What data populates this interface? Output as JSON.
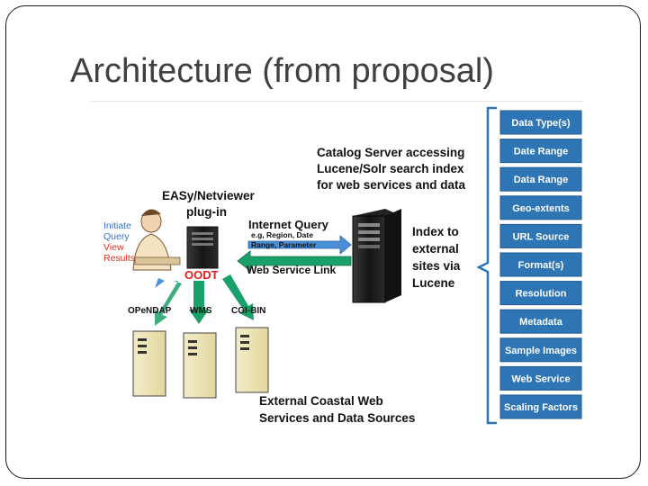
{
  "slide": {
    "title": "Architecture (from proposal)"
  },
  "diagram": {
    "plugin_label": [
      "EASy/Netviewer",
      "plug-in"
    ],
    "user_actions": [
      "Initiate",
      "Query",
      "View",
      "Results"
    ],
    "oodt_label": "OODT",
    "catalog_label": [
      "Catalog Server accessing",
      "Lucene/Solr search index",
      "for web services and data"
    ],
    "internet_query": {
      "title": "Internet Query",
      "subtitle": [
        "e.g, Region, Date",
        "Range, Parameter"
      ]
    },
    "web_service_link": "Web Service Link",
    "index_label": [
      "Index to",
      "external",
      "sites via",
      "Lucene"
    ],
    "protocols": [
      "OPeNDAP",
      "WMS",
      "CGI-BIN"
    ],
    "external_label": [
      "External Coastal Web",
      "Services and Data Sources"
    ],
    "index_fields": [
      "Data Type(s)",
      "Date Range",
      "Data Range",
      "Geo-extents",
      "URL Source",
      "Format(s)",
      "Resolution",
      "Metadata",
      "Sample Images",
      "Web Service",
      "Scaling Factors"
    ],
    "colors": {
      "field_box": "#2e75b6",
      "arrow_green": "#1aa06a",
      "arrow_blue": "#4a90d9",
      "oodt_red": "#e02020",
      "user_blue": "#3a6fc4",
      "user_red": "#d83020"
    }
  }
}
